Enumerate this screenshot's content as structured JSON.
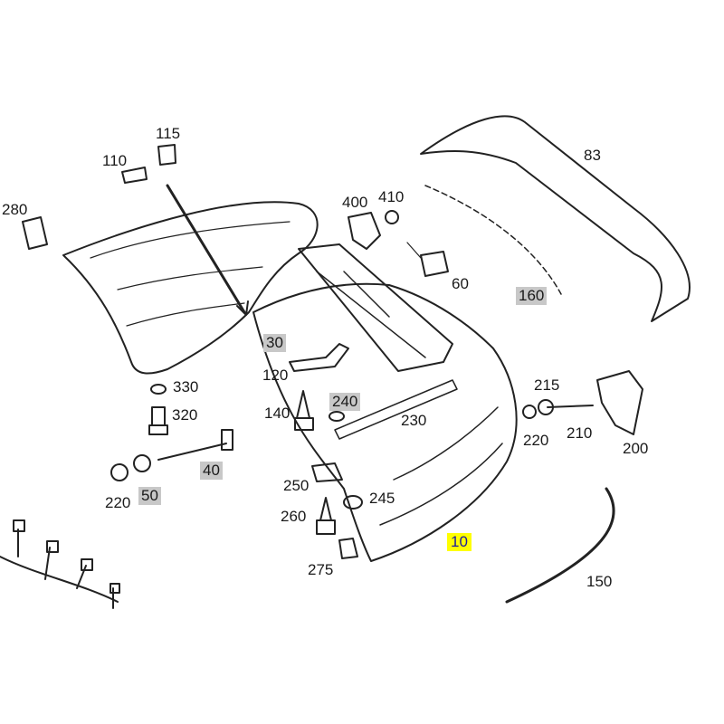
{
  "diagram": {
    "title": "Rear bumper exploded parts diagram",
    "labels": [
      {
        "id": "115",
        "text": "115",
        "style": "plain"
      },
      {
        "id": "110",
        "text": "110",
        "style": "plain"
      },
      {
        "id": "280",
        "text": "280",
        "style": "plain"
      },
      {
        "id": "400",
        "text": "400",
        "style": "plain"
      },
      {
        "id": "410",
        "text": "410",
        "style": "plain"
      },
      {
        "id": "83",
        "text": "83",
        "style": "plain"
      },
      {
        "id": "60",
        "text": "60",
        "style": "plain"
      },
      {
        "id": "160",
        "text": "160",
        "style": "gray"
      },
      {
        "id": "30",
        "text": "30",
        "style": "gray"
      },
      {
        "id": "120",
        "text": "120",
        "style": "plain"
      },
      {
        "id": "330",
        "text": "330",
        "style": "plain"
      },
      {
        "id": "320",
        "text": "320",
        "style": "plain"
      },
      {
        "id": "140",
        "text": "140",
        "style": "plain"
      },
      {
        "id": "240",
        "text": "240",
        "style": "gray"
      },
      {
        "id": "230",
        "text": "230",
        "style": "plain"
      },
      {
        "id": "215",
        "text": "215",
        "style": "plain"
      },
      {
        "id": "210",
        "text": "210",
        "style": "plain"
      },
      {
        "id": "220a",
        "text": "220",
        "style": "plain"
      },
      {
        "id": "200",
        "text": "200",
        "style": "plain"
      },
      {
        "id": "40",
        "text": "40",
        "style": "gray"
      },
      {
        "id": "220b",
        "text": "220",
        "style": "plain"
      },
      {
        "id": "50",
        "text": "50",
        "style": "gray"
      },
      {
        "id": "250",
        "text": "250",
        "style": "plain"
      },
      {
        "id": "245",
        "text": "245",
        "style": "plain"
      },
      {
        "id": "260",
        "text": "260",
        "style": "plain"
      },
      {
        "id": "10",
        "text": "10",
        "style": "yellow"
      },
      {
        "id": "275",
        "text": "275",
        "style": "plain"
      },
      {
        "id": "150",
        "text": "150",
        "style": "plain"
      }
    ],
    "colors": {
      "highlight_gray": "#c8c8c8",
      "highlight_yellow": "#ffff00",
      "highlight_text": "#1a1aa0",
      "line": "#222222"
    }
  }
}
